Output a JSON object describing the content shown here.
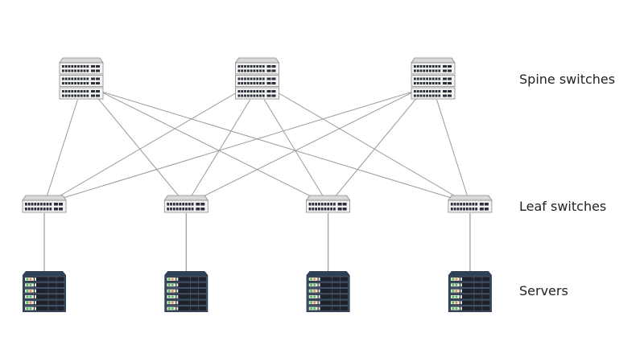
{
  "labels": {
    "spine": "Spine switches",
    "leaf": "Leaf switches",
    "servers": "Servers"
  },
  "topology": {
    "spine_count": 3,
    "leaf_count": 4,
    "servers_per_leaf": 1,
    "full_mesh_spine_leaf": true
  },
  "colors": {
    "link": "#9a9a9a",
    "switch_body": "#f2f2f2",
    "switch_outline": "#8a8a8a",
    "port": "#2a2f3a",
    "server_frame": "#2f3f55",
    "server_led_green": "#3fbf4f",
    "server_led_orange": "#f08a24"
  }
}
